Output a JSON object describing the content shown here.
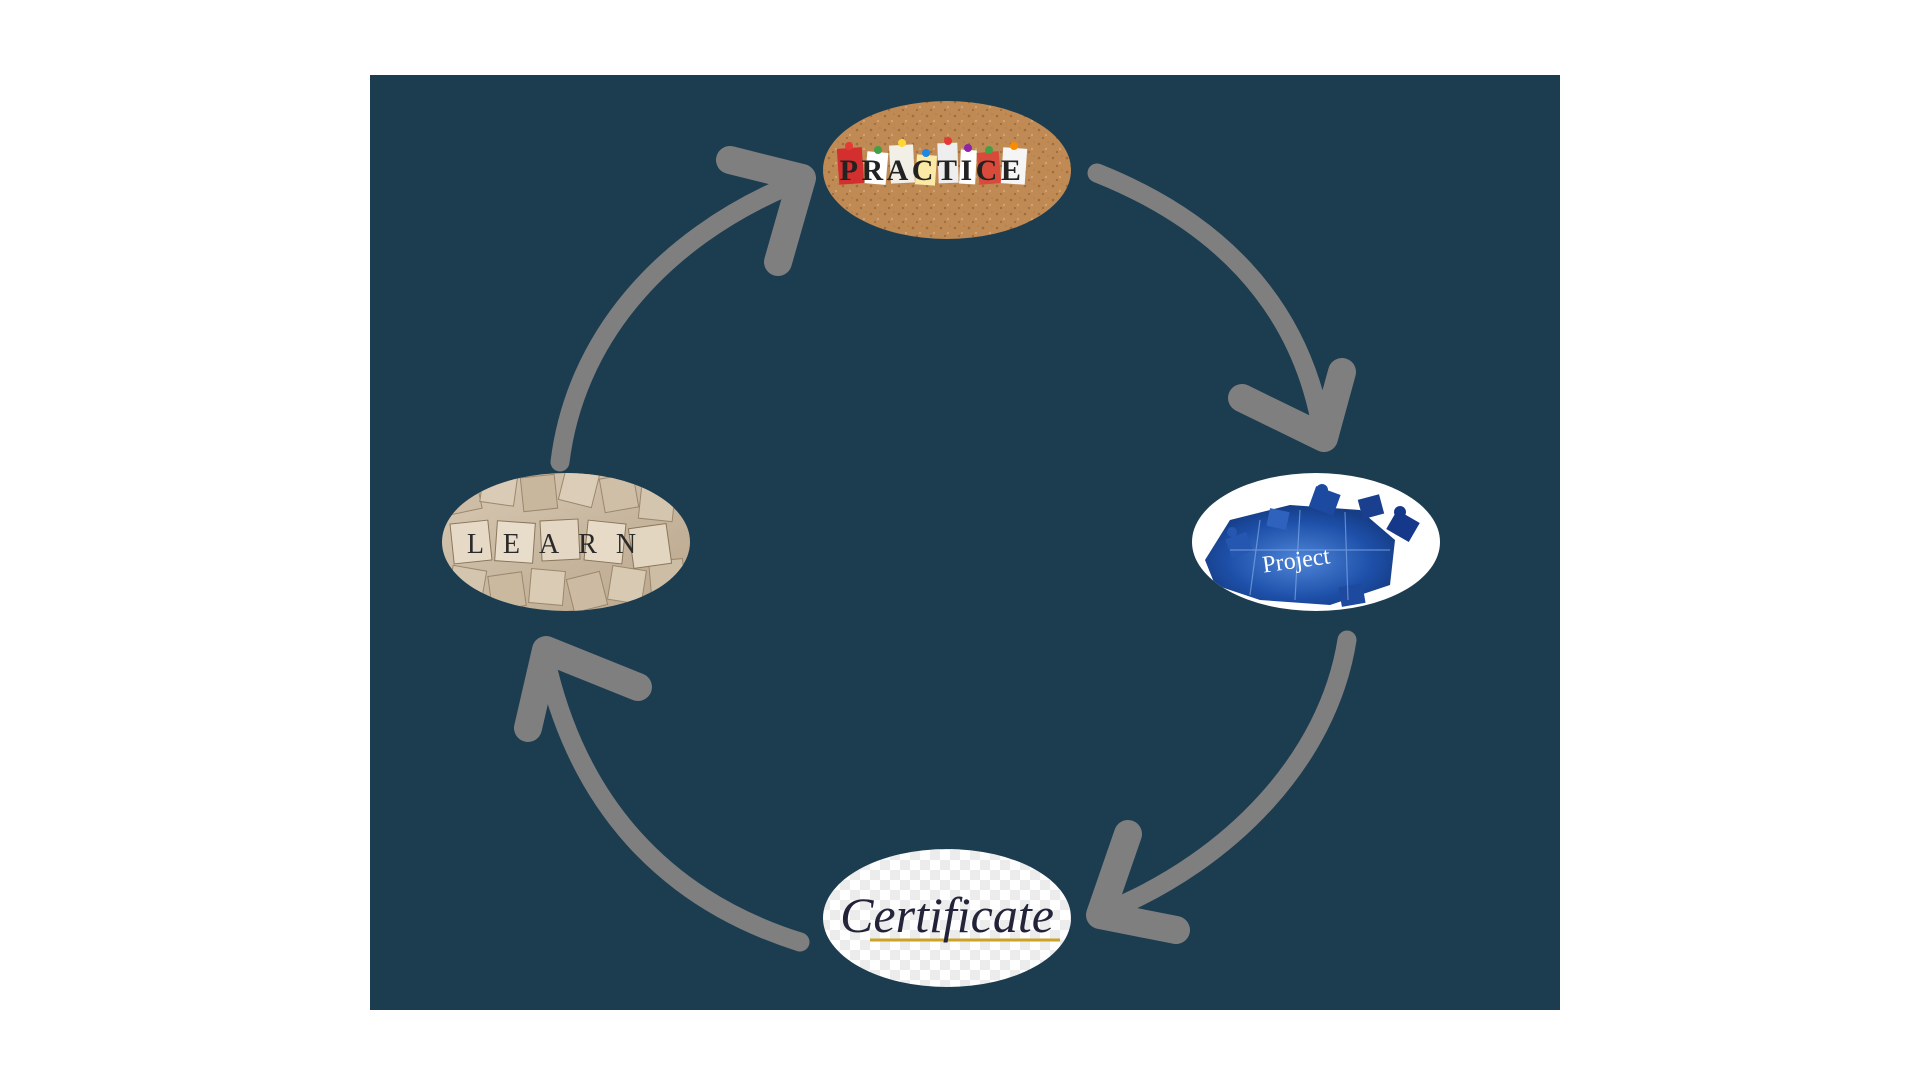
{
  "colors": {
    "page_background": "#ffffff",
    "panel_background": "#1c3d50",
    "arrow": "#7f7f7f"
  },
  "diagram": {
    "layout": "cycle",
    "flow_direction": "clockwise",
    "nodes": [
      {
        "id": "practice",
        "position": "top",
        "label": "PRACTICE",
        "background": "cork-board",
        "icon": "pinned-letters"
      },
      {
        "id": "project",
        "position": "right",
        "label": "Project",
        "background": "blue-puzzle",
        "icon": "puzzle-pieces"
      },
      {
        "id": "certificate",
        "position": "bottom",
        "label": "Certificate",
        "background": "white",
        "icon": "script-text"
      },
      {
        "id": "learn",
        "position": "left",
        "label": "LEARN",
        "background": "wooden-tiles",
        "icon": "letter-tiles"
      }
    ],
    "edges": [
      {
        "from": "practice",
        "to": "project"
      },
      {
        "from": "project",
        "to": "certificate"
      },
      {
        "from": "certificate",
        "to": "learn"
      },
      {
        "from": "learn",
        "to": "practice"
      }
    ]
  }
}
